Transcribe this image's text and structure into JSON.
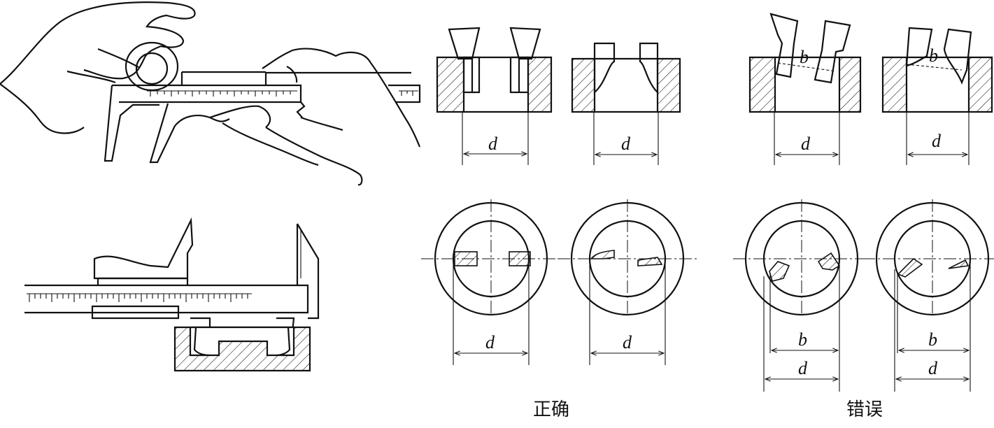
{
  "labels": {
    "d": "d",
    "b": "b"
  },
  "captions": {
    "correct": "正确",
    "wrong": "错误"
  }
}
